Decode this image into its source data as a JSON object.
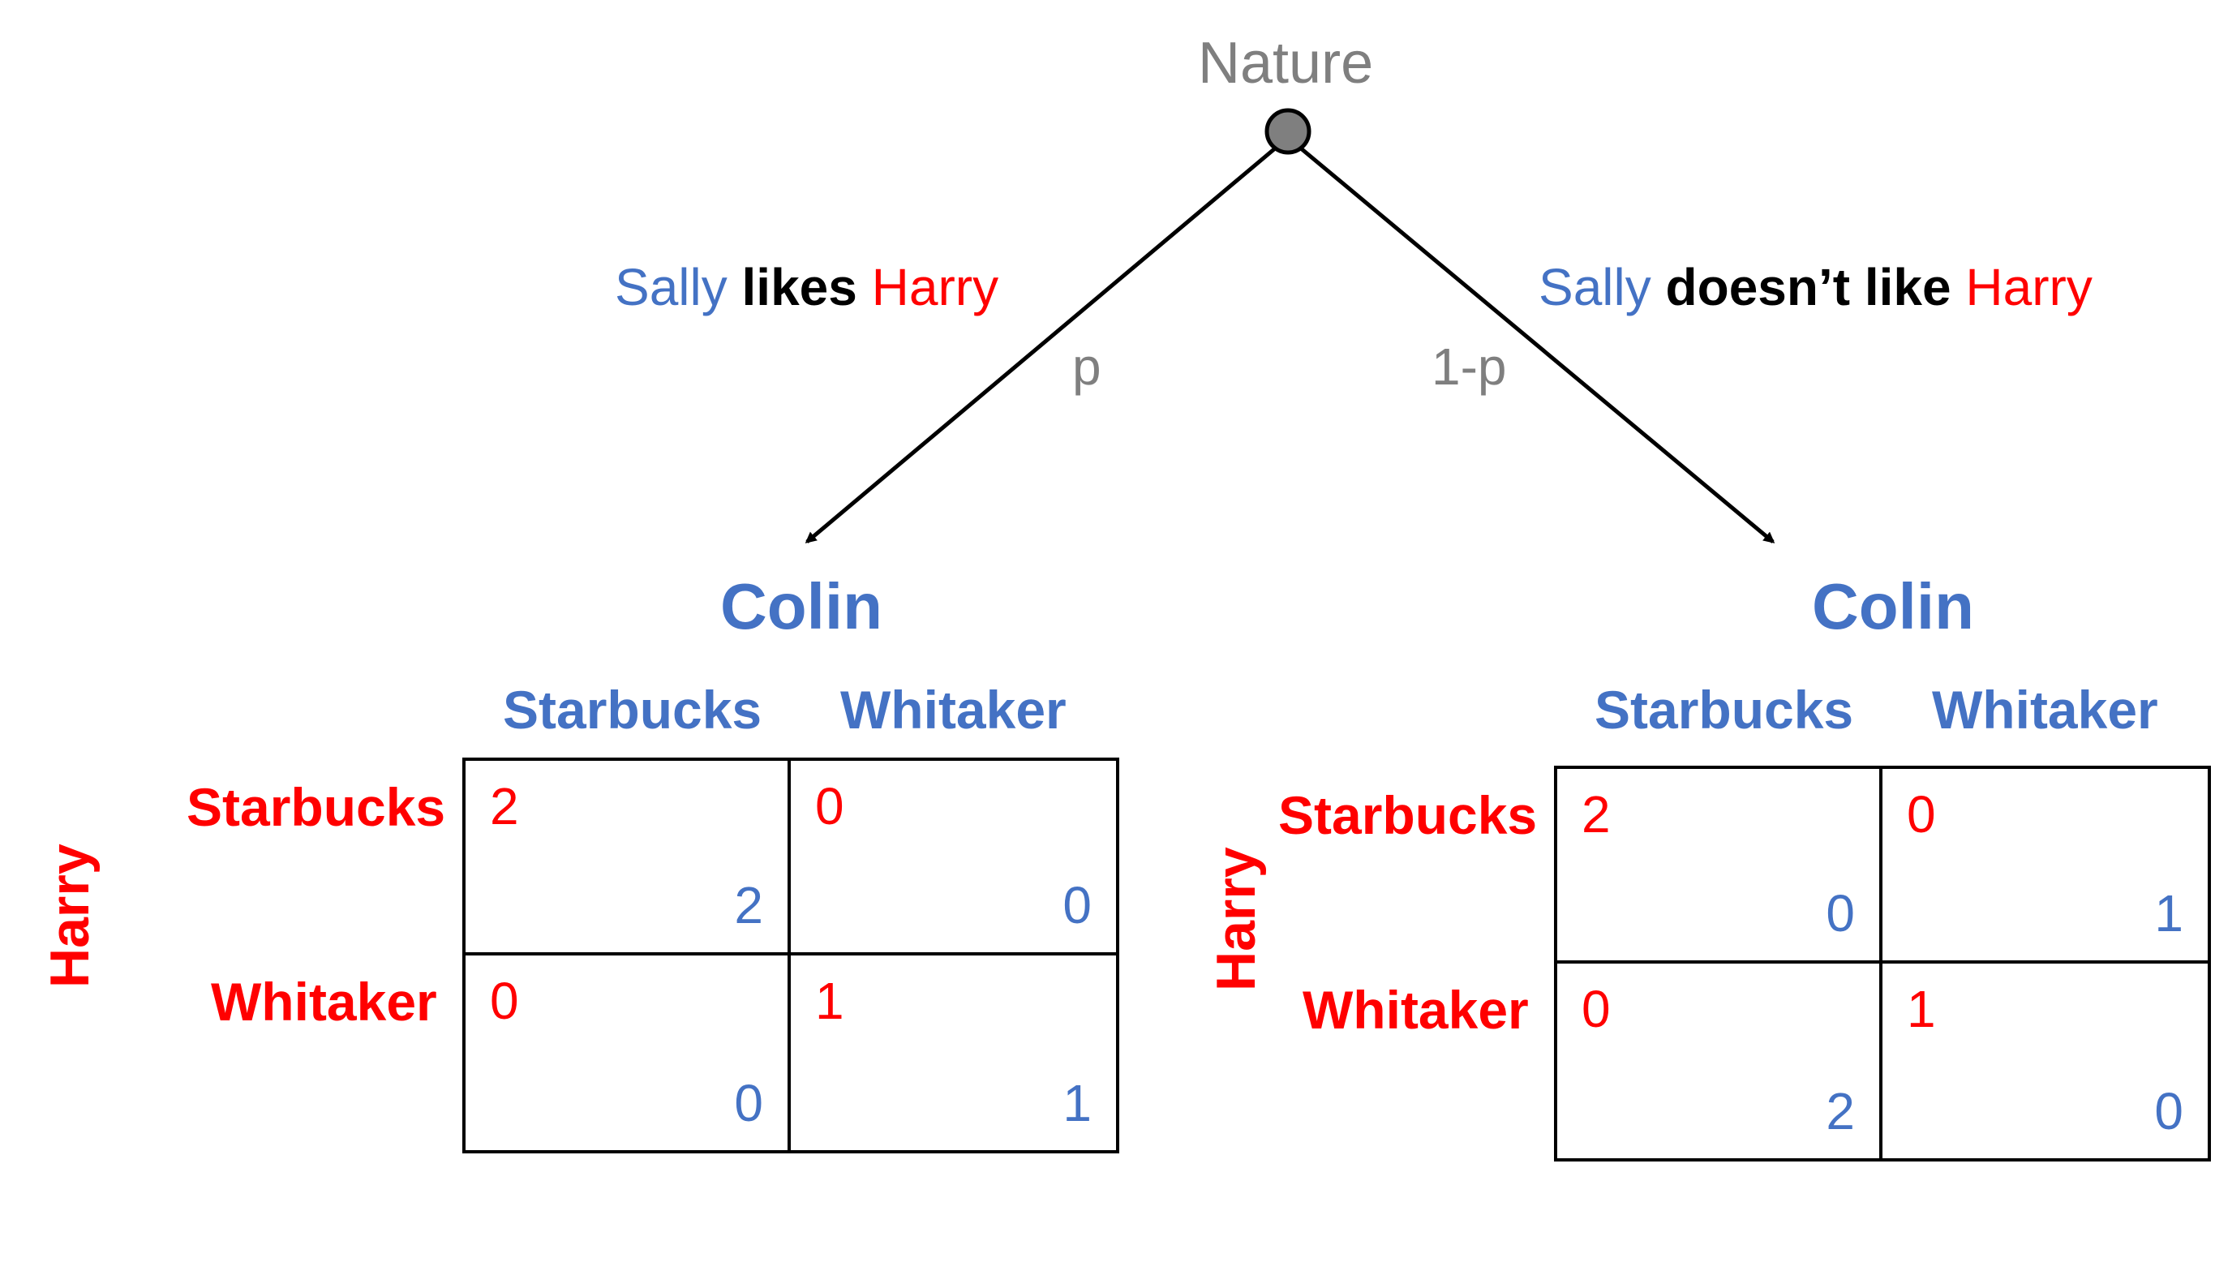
{
  "nature": {
    "label": "Nature",
    "node_color": "#7F7F7F"
  },
  "branches": {
    "left": {
      "subject": "Sally",
      "verb": "likes",
      "object": "Harry",
      "probability": "p"
    },
    "right": {
      "subject": "Sally",
      "verb": "doesn’t like",
      "object": "Harry",
      "probability": "1-p"
    }
  },
  "colors": {
    "colin": "#4472C4",
    "harry": "#FF0000",
    "probability": "#7F7F7F"
  },
  "games": [
    {
      "column_player": "Colin",
      "row_player": "Harry",
      "columns": [
        "Starbucks",
        "Whitaker"
      ],
      "rows": [
        "Starbucks",
        "Whitaker"
      ],
      "payoffs": [
        [
          {
            "harry": "2",
            "colin": "2"
          },
          {
            "harry": "0",
            "colin": "0"
          }
        ],
        [
          {
            "harry": "0",
            "colin": "0"
          },
          {
            "harry": "1",
            "colin": "1"
          }
        ]
      ]
    },
    {
      "column_player": "Colin",
      "row_player": "Harry",
      "columns": [
        "Starbucks",
        "Whitaker"
      ],
      "rows": [
        "Starbucks",
        "Whitaker"
      ],
      "payoffs": [
        [
          {
            "harry": "2",
            "colin": "0"
          },
          {
            "harry": "0",
            "colin": "1"
          }
        ],
        [
          {
            "harry": "0",
            "colin": "2"
          },
          {
            "harry": "1",
            "colin": "0"
          }
        ]
      ]
    }
  ]
}
